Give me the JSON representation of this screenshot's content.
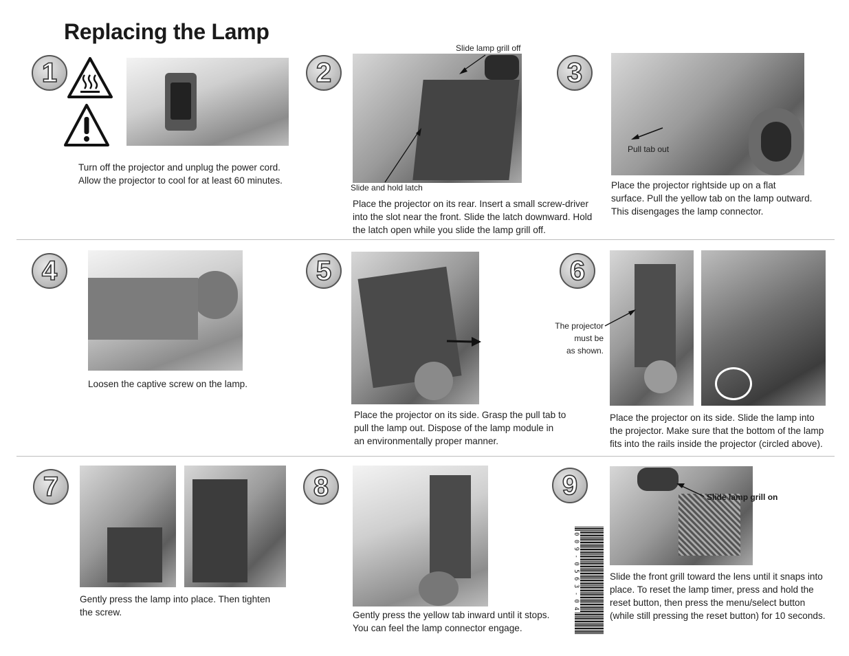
{
  "title": "Replacing the Lamp",
  "steps": [
    {
      "num": "1",
      "caption": [
        "Turn off the projector and unplug the power cord.",
        "Allow the projector to cool for at least 60 minutes."
      ]
    },
    {
      "num": "2",
      "caption": [
        "Place the projector on its rear. Insert a small screw-driver",
        "into the slot near the front. Slide the latch downward. Hold",
        "the latch open while you slide the lamp grill off."
      ],
      "label_top": "Slide lamp grill off",
      "label_bottom": "Slide and hold latch"
    },
    {
      "num": "3",
      "caption": [
        "Place the projector rightside up on a flat",
        "surface. Pull the yellow tab on the lamp outward.",
        "This disengages the lamp connector."
      ],
      "label": "Pull tab out"
    },
    {
      "num": "4",
      "caption": [
        "Loosen the captive screw on the lamp."
      ]
    },
    {
      "num": "5",
      "caption": [
        "Place the projector on its side. Grasp the pull tab to",
        "pull the lamp out. Dispose of the lamp module in",
        "an environmentally proper manner."
      ]
    },
    {
      "num": "6",
      "caption": [
        "Place the projector on its side. Slide the lamp into",
        "the projector. Make sure that the bottom of the lamp",
        "fits into the rails inside the projector (circled above)."
      ],
      "label": [
        "The projector",
        "must be",
        "as shown."
      ]
    },
    {
      "num": "7",
      "caption": [
        "Gently press the lamp into place.  Then tighten",
        "the screw."
      ]
    },
    {
      "num": "8",
      "caption": [
        "Gently press the yellow tab inward until it stops.",
        "You can feel the lamp connector engage."
      ]
    },
    {
      "num": "9",
      "caption": [
        "Slide the front grill toward the lens until it snaps into",
        "place. To reset the lamp timer, press and hold the",
        "reset button, then press the menu/select  button",
        "(while still pressing the reset button) for 10 seconds."
      ],
      "label": "Slide lamp grill on"
    }
  ],
  "barcode_digits": "0 0 9 - 0 5 6 3 - 0 4",
  "icons": [
    "hot-surface-warning-icon",
    "caution-warning-icon"
  ]
}
